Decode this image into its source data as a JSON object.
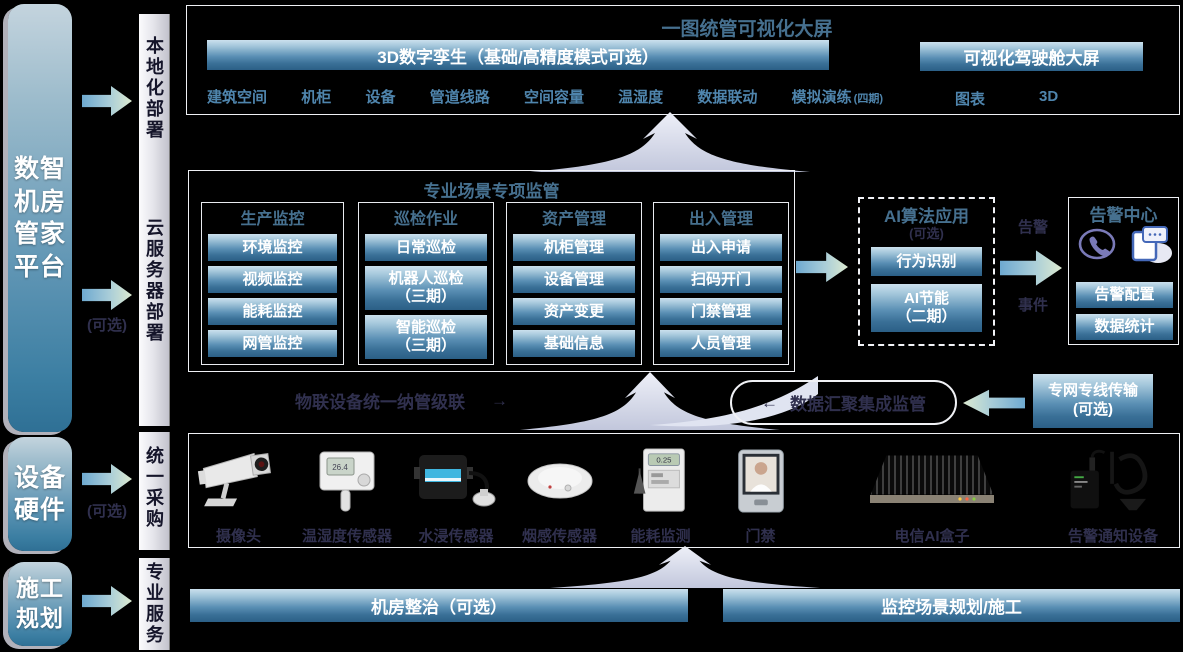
{
  "colors": {
    "background": "#000000",
    "bar_top": "#cbe0ed",
    "bar_bottom": "#2b5f86",
    "metal_text": "#46708f",
    "feature_text": "#4f85ad",
    "dark_label": "#30304e",
    "arrow_start": "#6ea9d0",
    "arrow_end": "#dcead0",
    "big_arrow": "#d6daea"
  },
  "left": {
    "platform_title": "数智\n机房\n管家\n平台",
    "platform_optional": "(可选)",
    "hardware_title": "设备\n硬件",
    "hardware_optional": "(可选)",
    "construction_title": "施工\n规划"
  },
  "ribbons": {
    "local_deploy": "本地化部署",
    "cloud_deploy": "云服务器部署",
    "procurement": "统一采购",
    "professional": "专业服务"
  },
  "top_panel": {
    "title": "一图统管可视化大屏",
    "digital_twin_bar": "3D数字孪生（基础/高精度模式可选）",
    "cockpit_bar": "可视化驾驶舱大屏",
    "features": [
      "建筑空间",
      "机柜",
      "设备",
      "管道线路",
      "空间容量",
      "温湿度",
      "数据联动",
      "模拟演练"
    ],
    "feature_suffix": "(四期)",
    "cockpit_items": [
      "图表",
      "3D"
    ]
  },
  "scene_panel": {
    "title": "专业场景专项监管",
    "columns": [
      {
        "header": "生产监控",
        "items": [
          "环境监控",
          "视频监控",
          "能耗监控",
          "网管监控"
        ]
      },
      {
        "header": "巡检作业",
        "items": [
          "日常巡检",
          "机器人巡检\n（三期）",
          "智能巡检\n（三期）"
        ]
      },
      {
        "header": "资产管理",
        "items": [
          "机柜管理",
          "设备管理",
          "资产变更",
          "基础信息"
        ]
      },
      {
        "header": "出入管理",
        "items": [
          "出入申请",
          "扫码开门",
          "门禁管理",
          "人员管理"
        ]
      }
    ]
  },
  "ai_panel": {
    "title": "AI算法应用",
    "optional": "(可选)",
    "items": [
      "行为识别",
      "AI节能\n（二期）"
    ]
  },
  "alert_flow": {
    "top_label": "告警",
    "bottom_label": "事件"
  },
  "alert_center": {
    "title": "告警中心",
    "icons": [
      "phone-icon",
      "sms-icon"
    ],
    "items": [
      "告警配置",
      "数据统计"
    ]
  },
  "iot_band": {
    "left_text": "物联设备统一纳管级联",
    "left_arrow": "→",
    "pill_arrow": "←",
    "pill_text": "数据汇聚集成监管",
    "private_box": "专网专线传输\n(可选)"
  },
  "devices": [
    {
      "label": "摄像头",
      "icon": "camera-icon"
    },
    {
      "label": "温湿度传感器",
      "icon": "temp-humidity-sensor-icon"
    },
    {
      "label": "水浸传感器",
      "icon": "water-sensor-icon"
    },
    {
      "label": "烟感传感器",
      "icon": "smoke-sensor-icon"
    },
    {
      "label": "能耗监测",
      "icon": "energy-meter-icon"
    },
    {
      "label": "门禁",
      "icon": "door-access-icon"
    },
    {
      "label": "电信AI盒子",
      "icon": "ai-box-icon"
    },
    {
      "label": "告警通知设备",
      "icon": "alarm-notifier-icon"
    }
  ],
  "service_bars": {
    "left": "机房整治（可选）",
    "right": "监控场景规划/施工"
  }
}
